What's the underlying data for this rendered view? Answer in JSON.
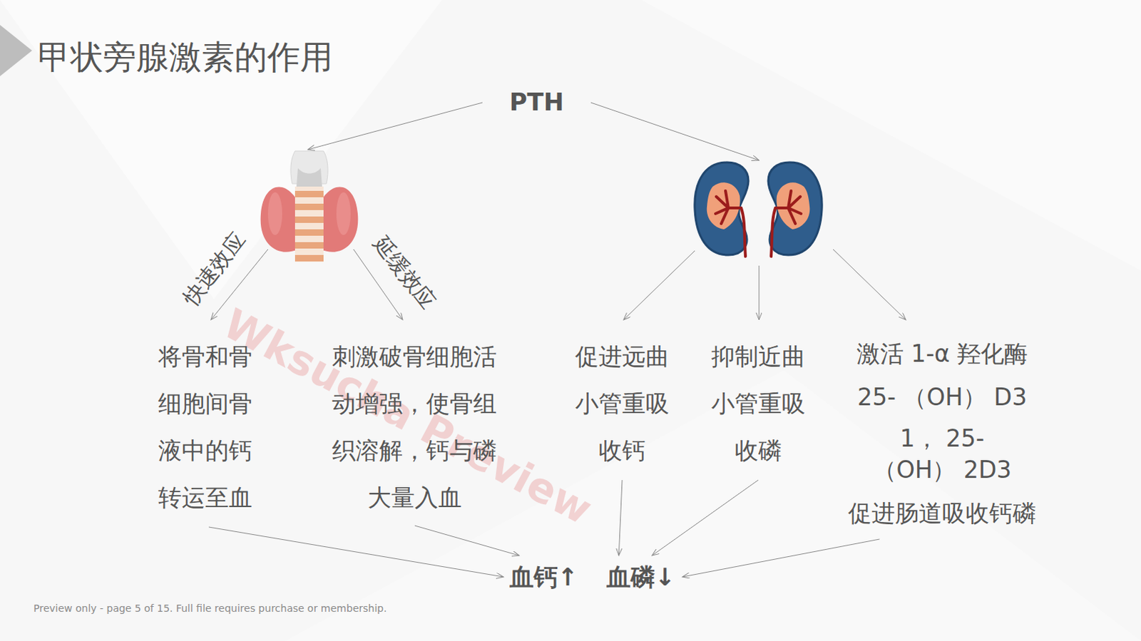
{
  "diagram": {
    "title": "甲状旁腺激素的作用",
    "nodes": [
      {
        "text": [
          "PTH"
        ]
      },
      {
        "text": [
          "将骨和骨 细胞间骨 液中的钙 转运至血"
        ]
      },
      {
        "text": [
          "刺激破骨细胞活 动增强，使骨组 织溶解，钙与磷 大量入血"
        ]
      },
      {
        "text": [
          "促进远曲 小管重吸 收钙"
        ]
      },
      {
        "text": [
          "抑制近曲 小管重吸 收磷"
        ]
      },
      {
        "text": [
          "激活 1-α 羟化酶",
          "25- （OH） D3",
          "1， 25- （OH） 2D3",
          "促进肠道吸收钙磷"
        ]
      },
      {
        "text": [
          "血钙↑",
          "血磷↓"
        ]
      }
    ],
    "edges": [
      {
        "from": 1,
        "to": 6,
        "arrow": "to"
      },
      {
        "from": 2,
        "to": 6,
        "arrow": "to"
      },
      {
        "from": 3,
        "to": 6,
        "arrow": "to"
      },
      {
        "from": 4,
        "to": 6,
        "arrow": "to"
      },
      {
        "from": 5,
        "to": 6,
        "arrow": "to"
      }
    ],
    "labels": [
      "快速效应",
      "延缓效应",
      "Wksucha Preview",
      "Preview only - page 5 of 15. Full file requires purchase or membership."
    ]
  }
}
